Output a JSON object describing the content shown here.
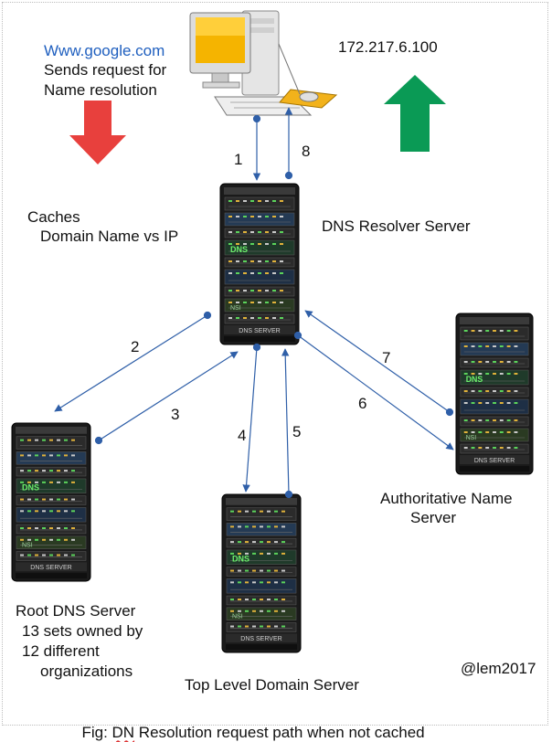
{
  "client": {
    "url": "Www.google.com",
    "line2": "Sends request for",
    "line3": "Name resolution",
    "ip": "172.217.6.100"
  },
  "cache_note": {
    "line1": "Caches",
    "line2": "Domain Name vs IP"
  },
  "servers": {
    "resolver": "DNS Resolver Server",
    "root": {
      "line1": "Root DNS Server",
      "line2": "13 sets owned by",
      "line3": "12 different",
      "line4": "organizations"
    },
    "tld": "Top Level Domain Server",
    "authoritative": {
      "line1": "Authoritative Name",
      "line2": "Server"
    }
  },
  "server_panel": {
    "dns": "DNS",
    "nsi": "NSI",
    "label": "DNS SERVER"
  },
  "steps": [
    "1",
    "2",
    "3",
    "4",
    "5",
    "6",
    "7",
    "8"
  ],
  "credit": "@lem2017",
  "caption": {
    "prefix": "Fig: ",
    "misspelled": "DN",
    "rest": " Resolution request path when not cached"
  },
  "colors": {
    "request_arrow": "#e8403d",
    "response_arrow": "#0a9a55",
    "link": "#2f5fa8"
  }
}
